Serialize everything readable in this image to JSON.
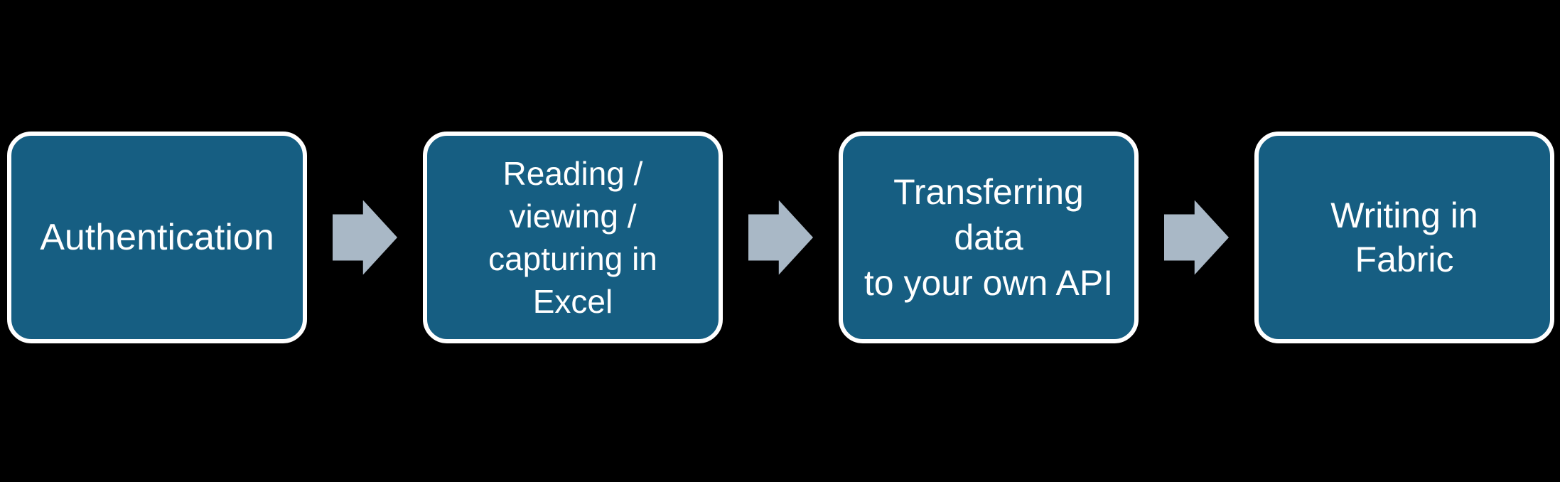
{
  "diagram": {
    "type": "horizontal-flow",
    "steps": [
      {
        "id": "authentication",
        "label": "Authentication"
      },
      {
        "id": "reading-viewing-capturing-in-excel",
        "label": "Reading /\nviewing /\ncapturing in\nExcel"
      },
      {
        "id": "transferring-data-to-your-own-api",
        "label": "Transferring\ndata\nto your own API"
      },
      {
        "id": "writing-in-fabric",
        "label": "Writing in\nFabric"
      }
    ],
    "connector": "right-block-arrow"
  },
  "colors": {
    "background": "#000000",
    "box_fill": "#165E82",
    "box_border": "#FFFFFF",
    "box_text": "#FFFFFF",
    "arrow": "#A9B8C6"
  }
}
